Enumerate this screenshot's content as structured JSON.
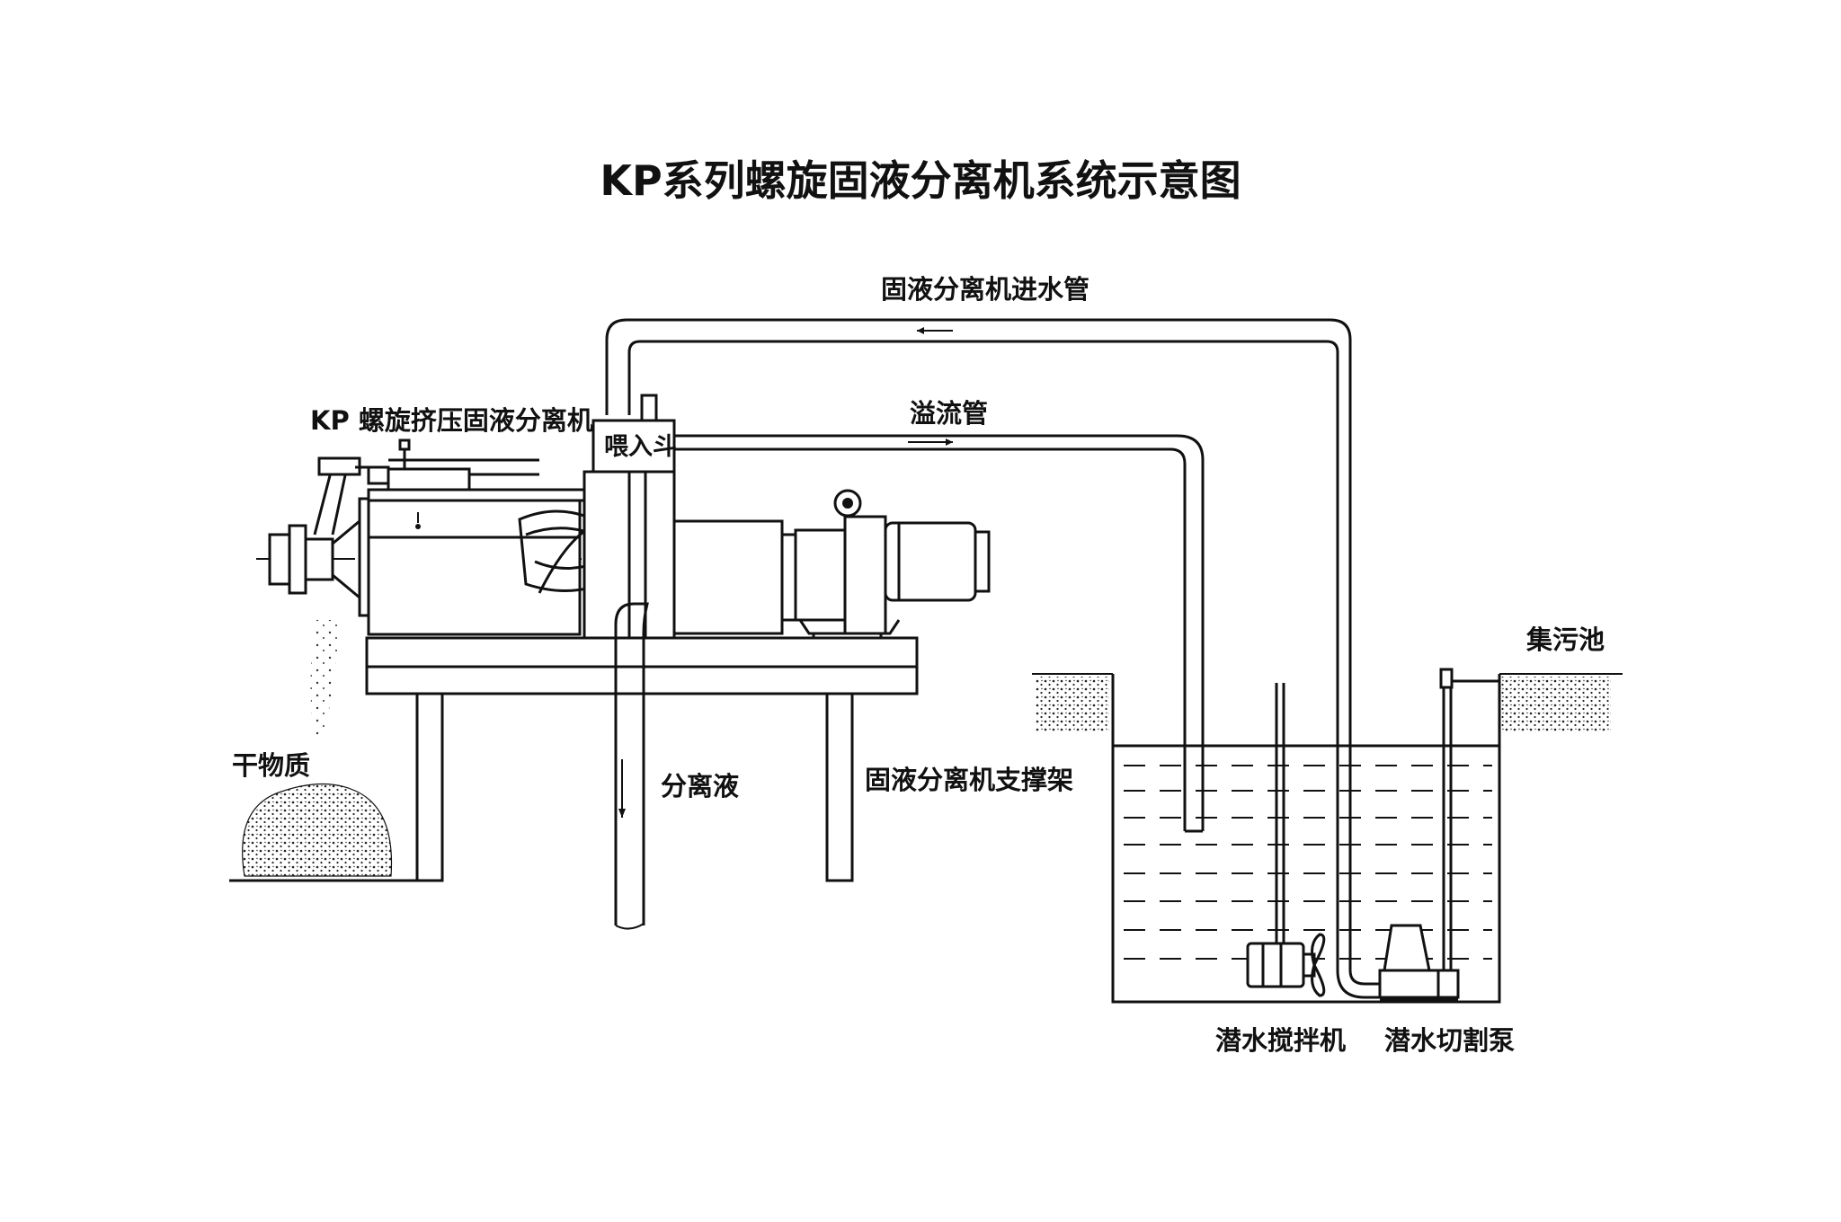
{
  "title": "KP系列螺旋固液分离机系统示意图",
  "labels": {
    "inlet_pipe": "固液分离机进水管",
    "overflow_pipe": "溢流管",
    "machine": "KP 螺旋挤压固液分离机",
    "hopper": "喂入斗",
    "dry_matter": "干物质",
    "separated_liquid": "分离液",
    "support_frame": "固液分离机支撑架",
    "collection_tank": "集污池",
    "submersible_mixer": "潜水搅拌机",
    "cutting_pump": "潜水切割泵"
  },
  "colors": {
    "line": "#111111",
    "background": "#ffffff"
  }
}
